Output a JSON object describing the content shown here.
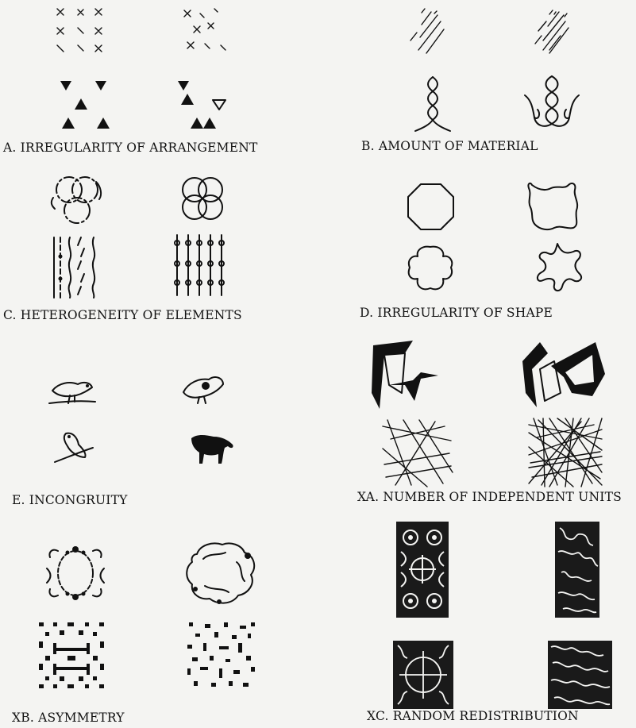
{
  "captions": {
    "a": "A. IRREGULARITY OF ARRANGEMENT",
    "b": "B. AMOUNT OF MATERIAL",
    "c": "C. HETEROGENEITY OF ELEMENTS",
    "d": "D. IRREGULARITY OF SHAPE",
    "e": "E. INCONGRUITY",
    "xa": "XA. NUMBER OF INDEPENDENT UNITS",
    "xb": "XB. ASYMMETRY",
    "xc": "XC. RANDOM REDISTRIBUTION"
  }
}
